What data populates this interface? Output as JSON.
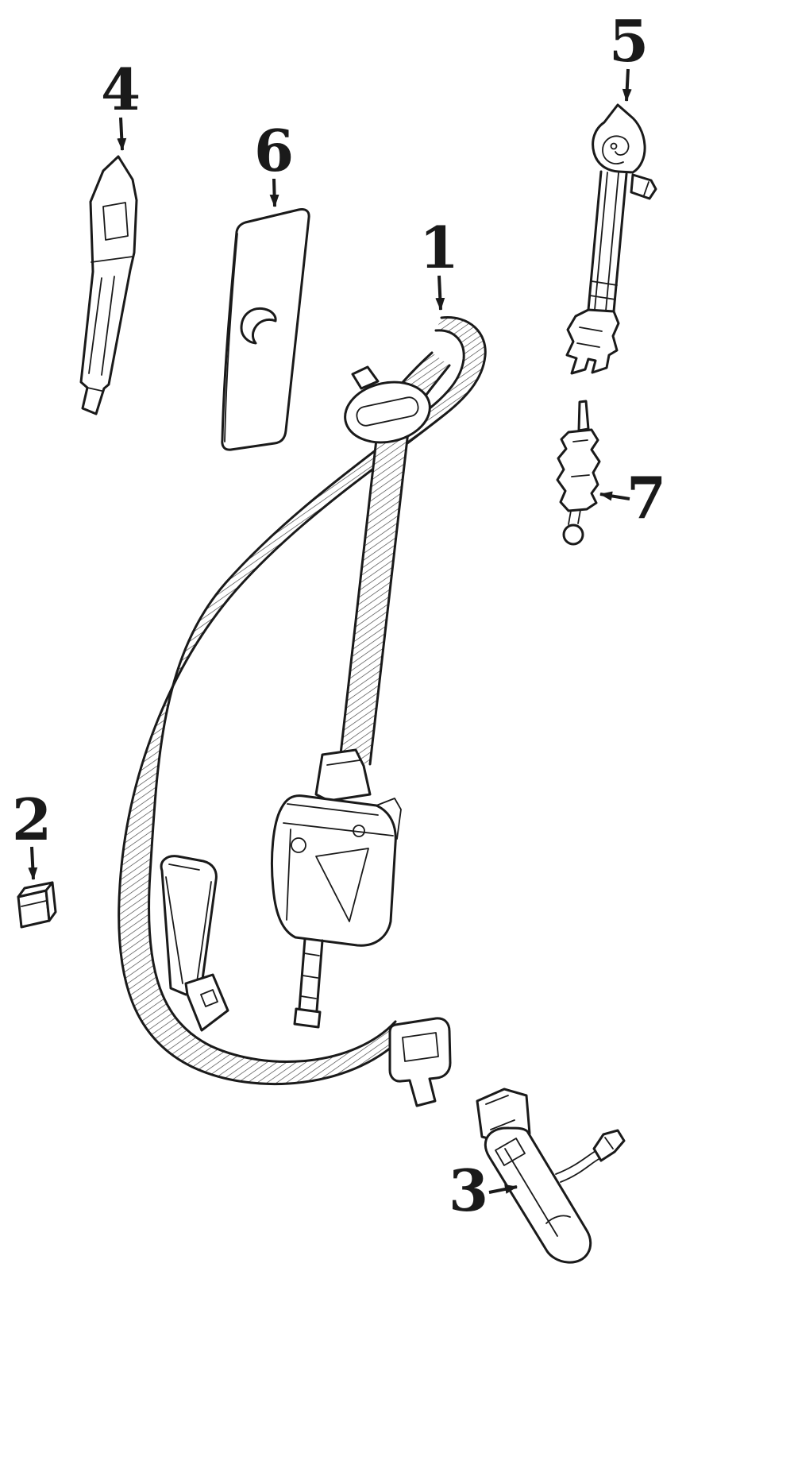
{
  "colors": {
    "background": "#ffffff",
    "line": "#1a1a1a"
  },
  "diagram": {
    "type": "exploded-parts-line-drawing",
    "subject": "Front seat belt and buckle components",
    "callouts": [
      {
        "label": "1",
        "part": "seat-belt-and-retractor-assembly",
        "arrow_direction": "down"
      },
      {
        "label": "2",
        "part": "clip",
        "arrow_direction": "down"
      },
      {
        "label": "3",
        "part": "buckle-assembly",
        "arrow_direction": "right"
      },
      {
        "label": "4",
        "part": "anchor-plate",
        "arrow_direction": "down"
      },
      {
        "label": "5",
        "part": "height-adjuster",
        "arrow_direction": "down"
      },
      {
        "label": "6",
        "part": "adjuster-trim-cover",
        "arrow_direction": "down"
      },
      {
        "label": "7",
        "part": "adjuster-slide",
        "arrow_direction": "left"
      }
    ]
  }
}
